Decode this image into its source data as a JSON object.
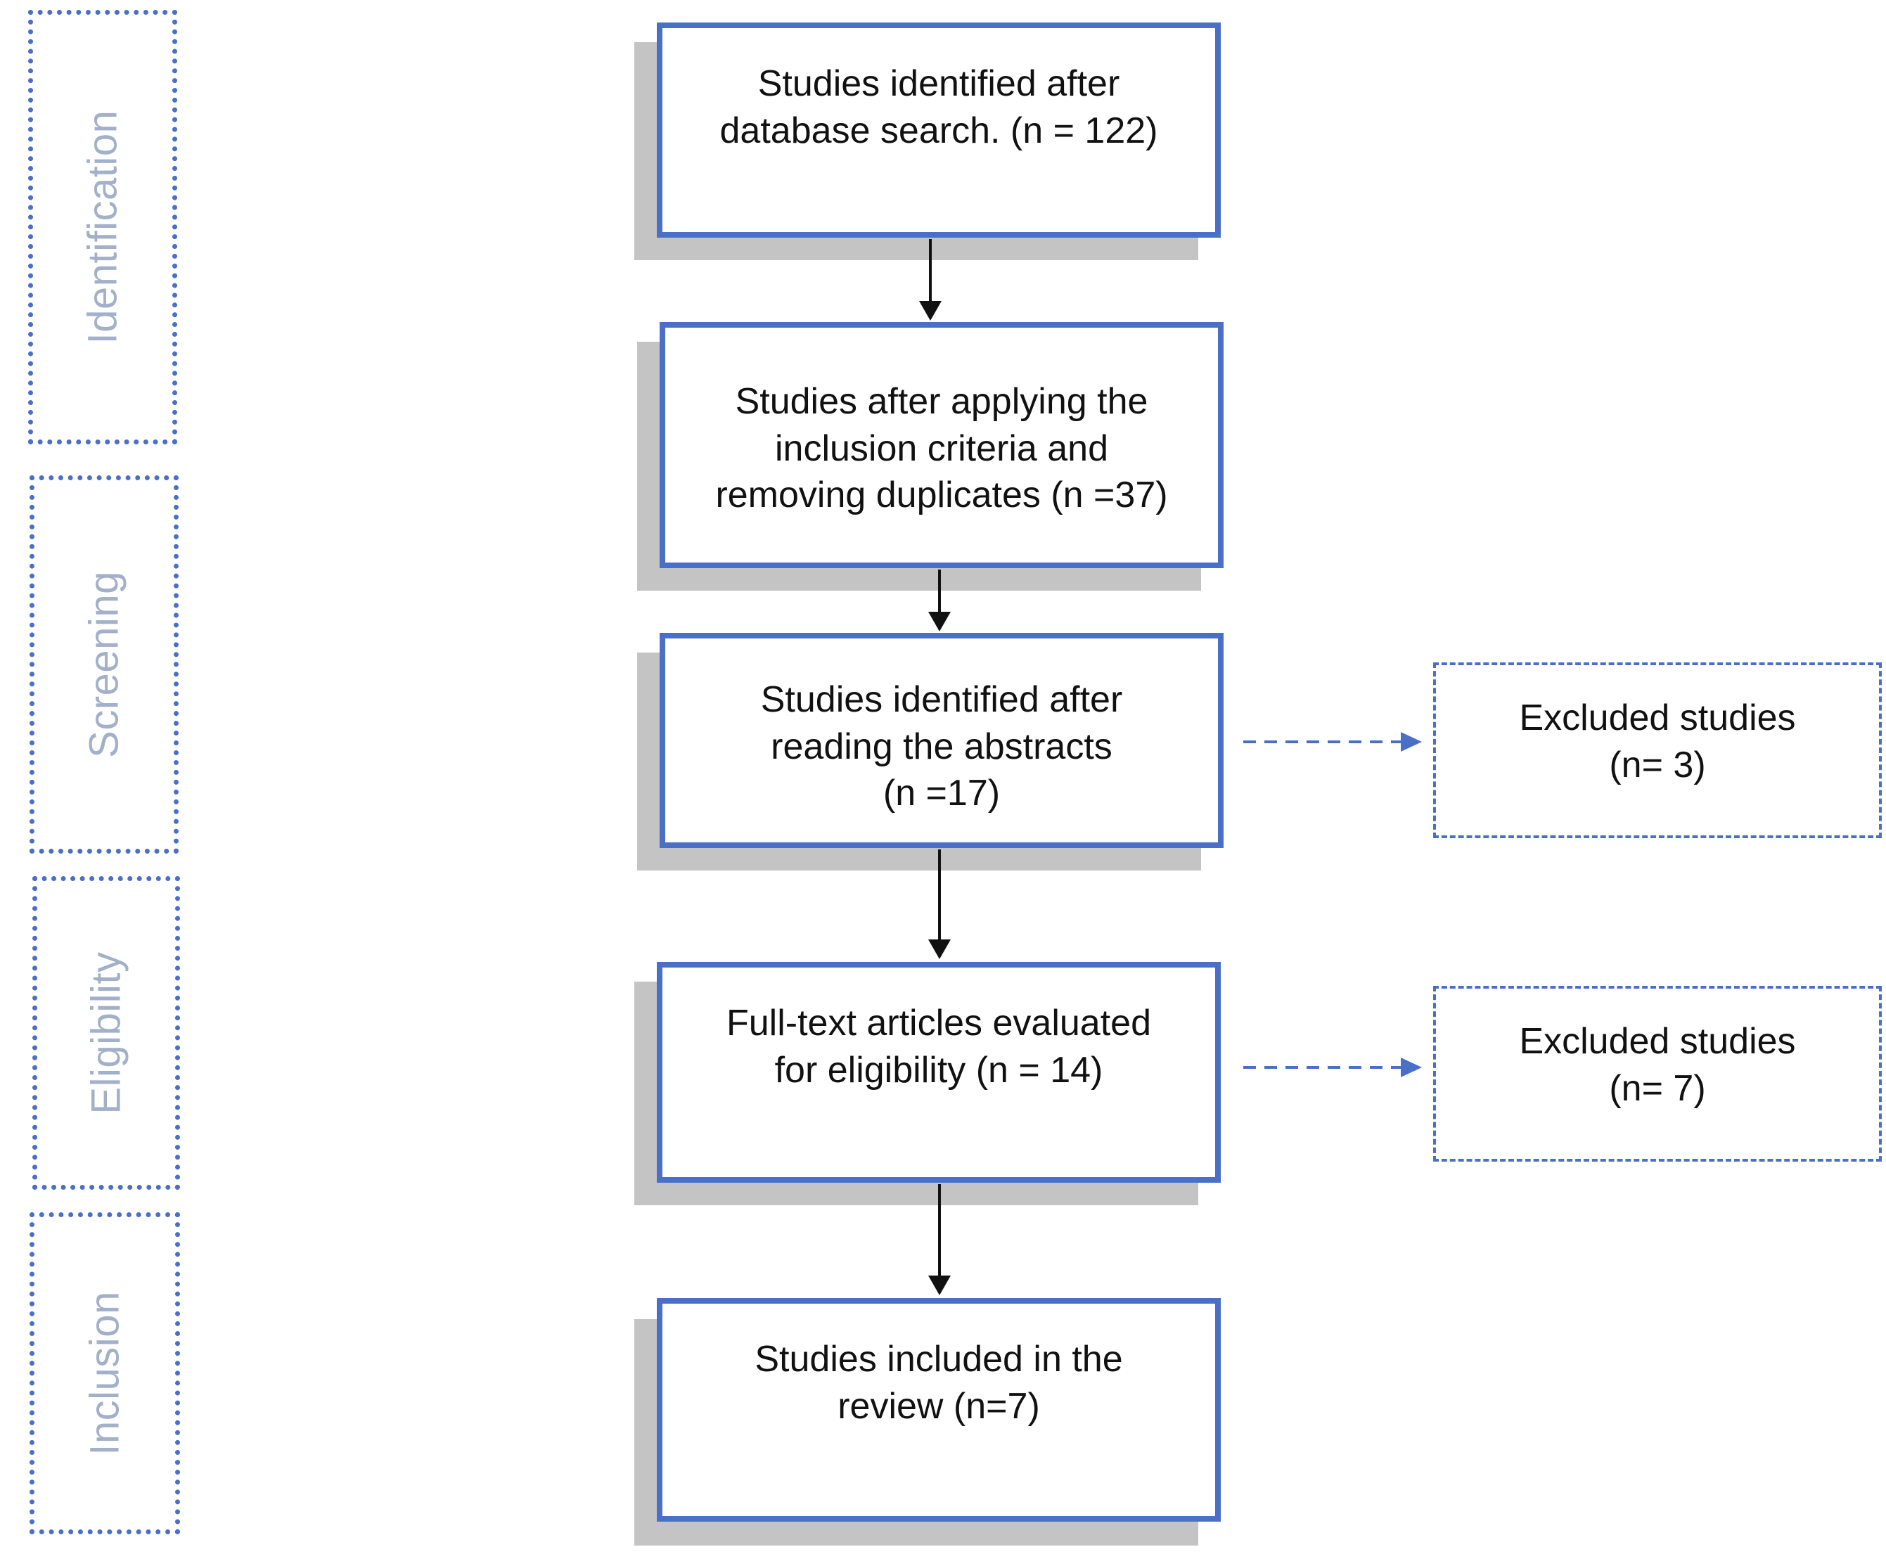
{
  "stages": [
    {
      "id": "identification",
      "label": "Identification"
    },
    {
      "id": "screening",
      "label": "Screening"
    },
    {
      "id": "eligibility",
      "label": "Eligibility"
    },
    {
      "id": "inclusion",
      "label": "Inclusion"
    }
  ],
  "flow": [
    {
      "id": "identified",
      "text": "Studies identified after\ndatabase search. (n = 122)",
      "n": 122
    },
    {
      "id": "after-criteria",
      "text": "Studies after applying the\ninclusion criteria and\nremoving duplicates (n =37)",
      "n": 37
    },
    {
      "id": "after-abstracts",
      "text": "Studies identified after\nreading the abstracts\n(n =17)",
      "n": 17
    },
    {
      "id": "full-text",
      "text": "Full-text articles evaluated\nfor eligibility (n = 14)",
      "n": 14
    },
    {
      "id": "included",
      "text": "Studies included in the\nreview (n=7)",
      "n": 7
    }
  ],
  "excluded": [
    {
      "id": "excluded-abstracts",
      "text": "Excluded studies\n(n= 3)",
      "n": 3
    },
    {
      "id": "excluded-full-text",
      "text": "Excluded studies\n(n= 7)",
      "n": 7
    }
  ],
  "colors": {
    "box_border": "#4a6fc7",
    "shadow": "#c4c4c4",
    "stage_text": "#a2b0c9",
    "arrow": "#111111",
    "dashed_arrow": "#4a6fc7"
  }
}
